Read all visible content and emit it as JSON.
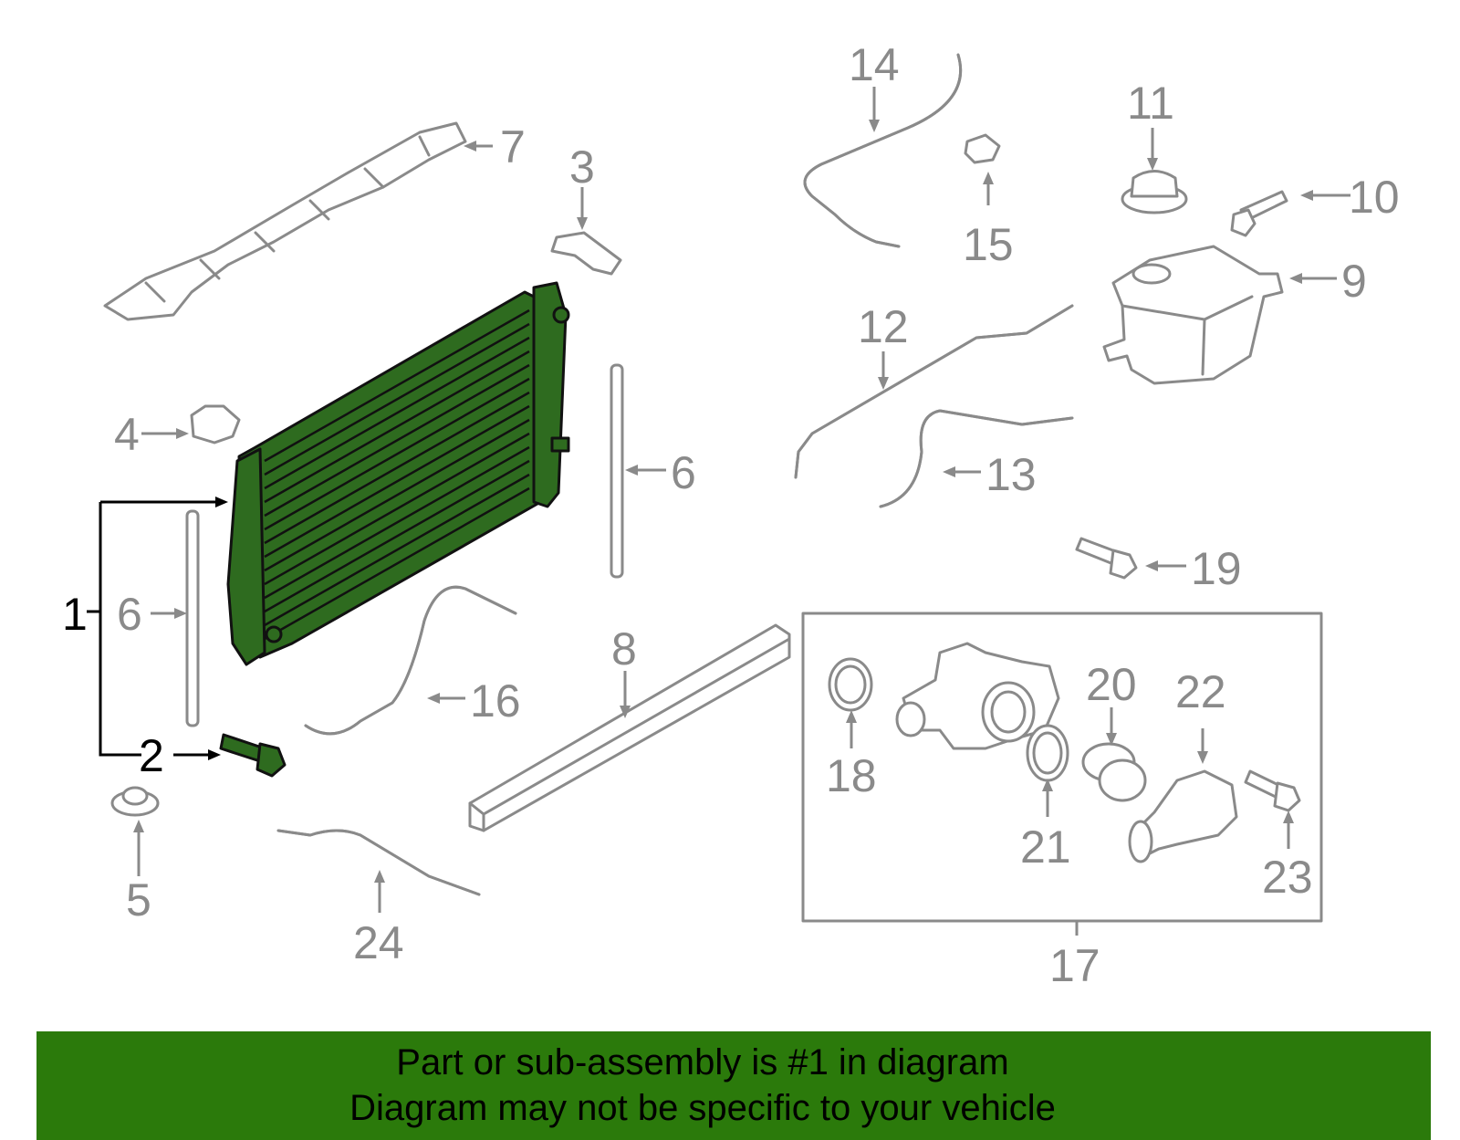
{
  "callouts": {
    "c1": "1",
    "c2": "2",
    "c3": "3",
    "c4": "4",
    "c5": "5",
    "c6a": "6",
    "c6b": "6",
    "c7": "7",
    "c8": "8",
    "c9": "9",
    "c10": "10",
    "c11": "11",
    "c12": "12",
    "c13": "13",
    "c14": "14",
    "c15": "15",
    "c16": "16",
    "c17": "17",
    "c18": "18",
    "c19": "19",
    "c20": "20",
    "c21": "21",
    "c22": "22",
    "c23": "23",
    "c24": "24"
  },
  "banner": {
    "line1": "Part or sub-assembly is #1 in diagram",
    "line2": "Diagram may not be specific to your vehicle"
  },
  "colors": {
    "highlight": "#2e6b1f",
    "banner": "#2b7a0b",
    "part_outline": "#8a8a8a"
  }
}
